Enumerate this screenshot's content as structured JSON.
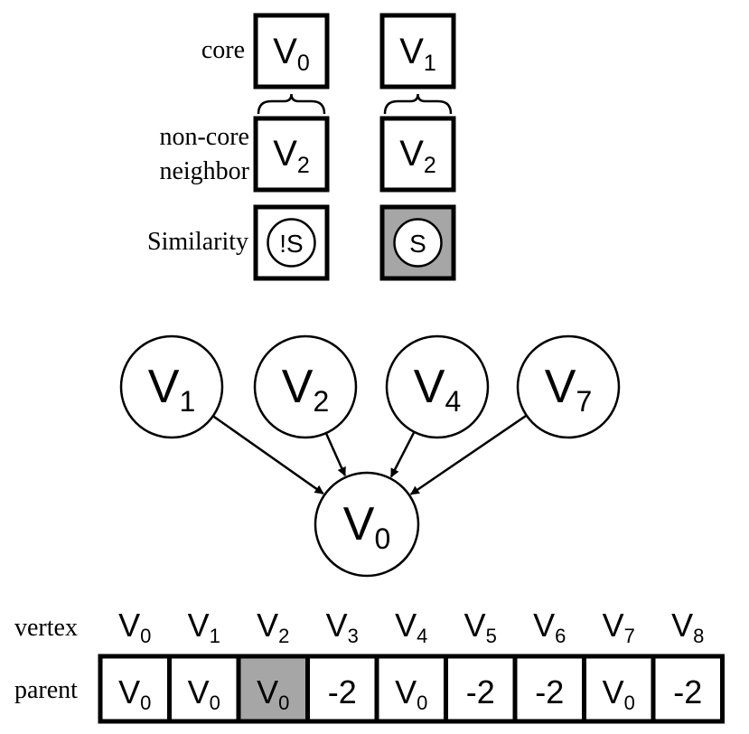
{
  "legend": {
    "row_labels": {
      "core": "core",
      "non_core_line1": "non-core",
      "non_core_line2": "neighbor",
      "similarity": "Similarity"
    },
    "columns": [
      {
        "core": {
          "letter": "V",
          "sub": "0"
        },
        "neighbor": {
          "letter": "V",
          "sub": "2"
        },
        "similarity": {
          "text": "!S",
          "shaded": false
        }
      },
      {
        "core": {
          "letter": "V",
          "sub": "1"
        },
        "neighbor": {
          "letter": "V",
          "sub": "2"
        },
        "similarity": {
          "text": "S",
          "shaded": true
        }
      }
    ]
  },
  "graph": {
    "sources": [
      {
        "letter": "V",
        "sub": "1"
      },
      {
        "letter": "V",
        "sub": "2"
      },
      {
        "letter": "V",
        "sub": "4"
      },
      {
        "letter": "V",
        "sub": "7"
      }
    ],
    "target": {
      "letter": "V",
      "sub": "0"
    }
  },
  "table": {
    "vertex_label": "vertex",
    "parent_label": "parent",
    "vertices": [
      {
        "letter": "V",
        "sub": "0"
      },
      {
        "letter": "V",
        "sub": "1"
      },
      {
        "letter": "V",
        "sub": "2"
      },
      {
        "letter": "V",
        "sub": "3"
      },
      {
        "letter": "V",
        "sub": "4"
      },
      {
        "letter": "V",
        "sub": "5"
      },
      {
        "letter": "V",
        "sub": "6"
      },
      {
        "letter": "V",
        "sub": "7"
      },
      {
        "letter": "V",
        "sub": "8"
      }
    ],
    "parents": [
      {
        "letter": "V",
        "sub": "0",
        "shaded": false
      },
      {
        "letter": "V",
        "sub": "0",
        "shaded": false
      },
      {
        "letter": "V",
        "sub": "0",
        "shaded": true
      },
      {
        "text": "-2",
        "shaded": false
      },
      {
        "letter": "V",
        "sub": "0",
        "shaded": false
      },
      {
        "text": "-2",
        "shaded": false
      },
      {
        "text": "-2",
        "shaded": false
      },
      {
        "letter": "V",
        "sub": "0",
        "shaded": false
      },
      {
        "text": "-2",
        "shaded": false
      }
    ]
  },
  "colors": {
    "stroke": "#000000",
    "shade": "#a6a6a6",
    "background": "#ffffff"
  }
}
